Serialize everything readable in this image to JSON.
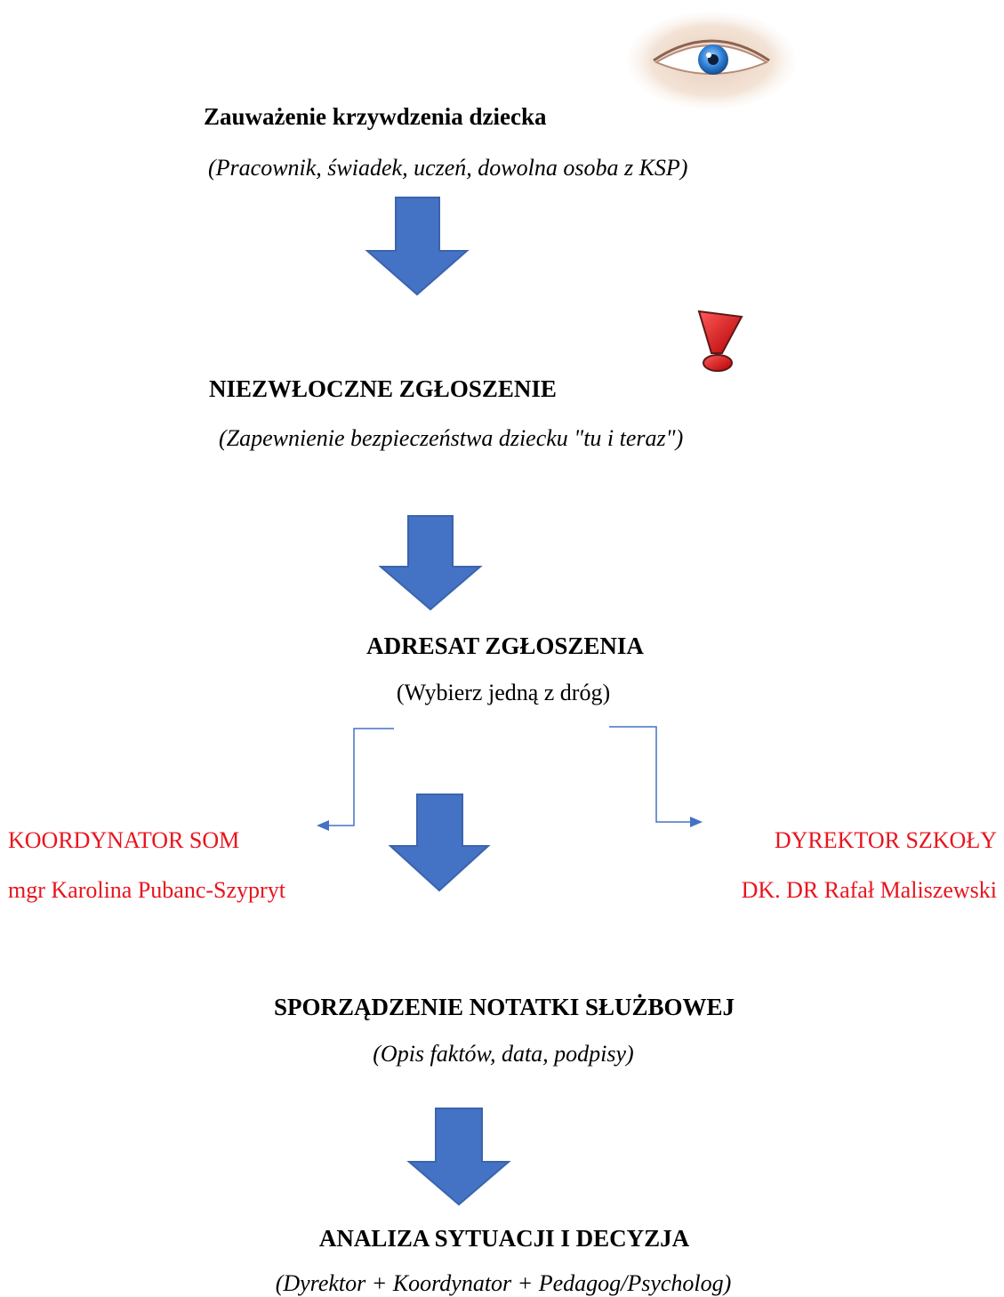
{
  "step1": {
    "title": "Zauważenie krzywdzenia dziecka",
    "subtitle": "(Pracownik, świadek, uczeń, dowolna osoba z KSP)"
  },
  "step2": {
    "title": "NIEZWŁOCZNE ZGŁOSZENIE",
    "subtitle": "(Zapewnienie bezpieczeństwa dziecku \"tu i teraz\")"
  },
  "step3": {
    "title": "ADRESAT ZGŁOSZENIA",
    "subtitle": "(Wybierz jedną z dróg)"
  },
  "branch_left": {
    "role": "KOORDYNATOR SOM",
    "name": "mgr Karolina Pubanc-Szypryt"
  },
  "branch_right": {
    "role": "DYREKTOR SZKOŁY",
    "name": "DK. DR Rafał Maliszewski"
  },
  "step4": {
    "title": "SPORZĄDZENIE NOTATKI SŁUŻBOWEJ",
    "subtitle": "(Opis faktów, data, podpisy)"
  },
  "step5": {
    "title": "ANALIZA SYTUACJI I DECYZJA",
    "subtitle": "(Dyrektor + Koordynator + Pedagog/Psycholog)"
  },
  "icons": [
    "eye-icon",
    "exclamation-icon",
    "arrow-down-icon"
  ],
  "colors": {
    "arrow": "#4472c4",
    "arrow_border": "#3b64ad",
    "branch_line": "#4472c4",
    "highlight_text": "#e8141e"
  }
}
